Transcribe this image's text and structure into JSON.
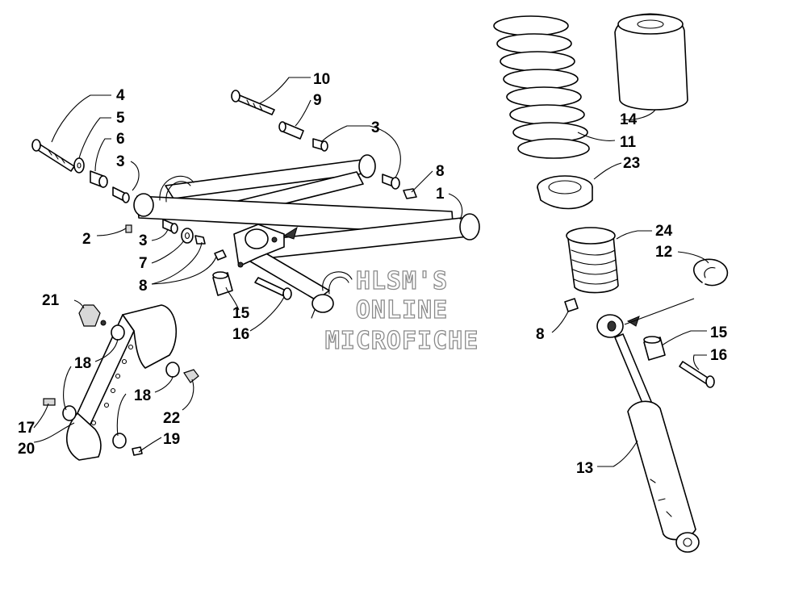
{
  "watermark": {
    "line1": "HLSM'S",
    "line2": "ONLINE",
    "line3": "MICROFICHE"
  },
  "callouts": {
    "c1": "1",
    "c2": "2",
    "c3a": "3",
    "c3b": "3",
    "c3c": "3",
    "c4": "4",
    "c5": "5",
    "c6": "6",
    "c7": "7",
    "c8a": "8",
    "c8b": "8",
    "c8c": "8",
    "c9": "9",
    "c10": "10",
    "c11": "11",
    "c12": "12",
    "c13": "13",
    "c14": "14",
    "c15a": "15",
    "c15b": "15",
    "c16a": "16",
    "c16b": "16",
    "c17": "17",
    "c18a": "18",
    "c18b": "18",
    "c19": "19",
    "c20": "20",
    "c21": "21",
    "c22": "22",
    "c23": "23",
    "c24": "24"
  }
}
